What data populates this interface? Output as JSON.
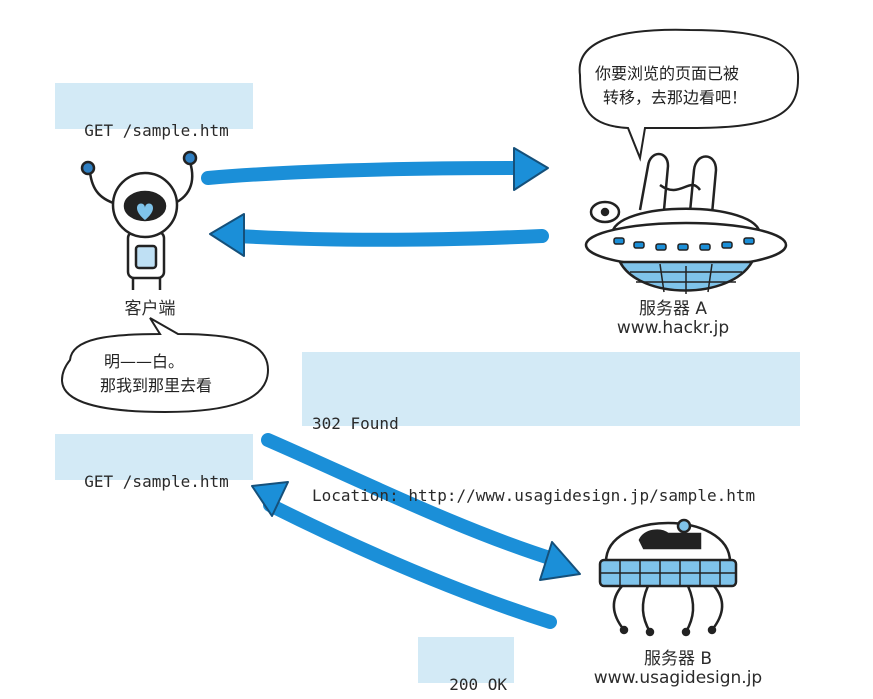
{
  "request_1": {
    "text": "GET /sample.htm"
  },
  "request_2": {
    "text": "GET /sample.htm"
  },
  "response_302": {
    "status_line": "302 Found",
    "location_line": "Location: http://www.usagidesign.jp/sample.htm"
  },
  "response_200": {
    "text": "200 OK"
  },
  "client": {
    "label": "客户端"
  },
  "server_a": {
    "name": "服务器 A",
    "host": "www.hackr.jp"
  },
  "server_b": {
    "name": "服务器 B",
    "host": "www.usagidesign.jp"
  },
  "speech_server_a": {
    "line1": "你要浏览的页面已被",
    "line2": "转移，去那边看吧！"
  },
  "speech_client": {
    "line1": "明——白。",
    "line2": "那我到那里去看"
  },
  "colors": {
    "arrow": "#1b8fd8",
    "box_fill": "#d3eaf6",
    "ink": "#222222",
    "accent_light": "#7fc3ea"
  }
}
